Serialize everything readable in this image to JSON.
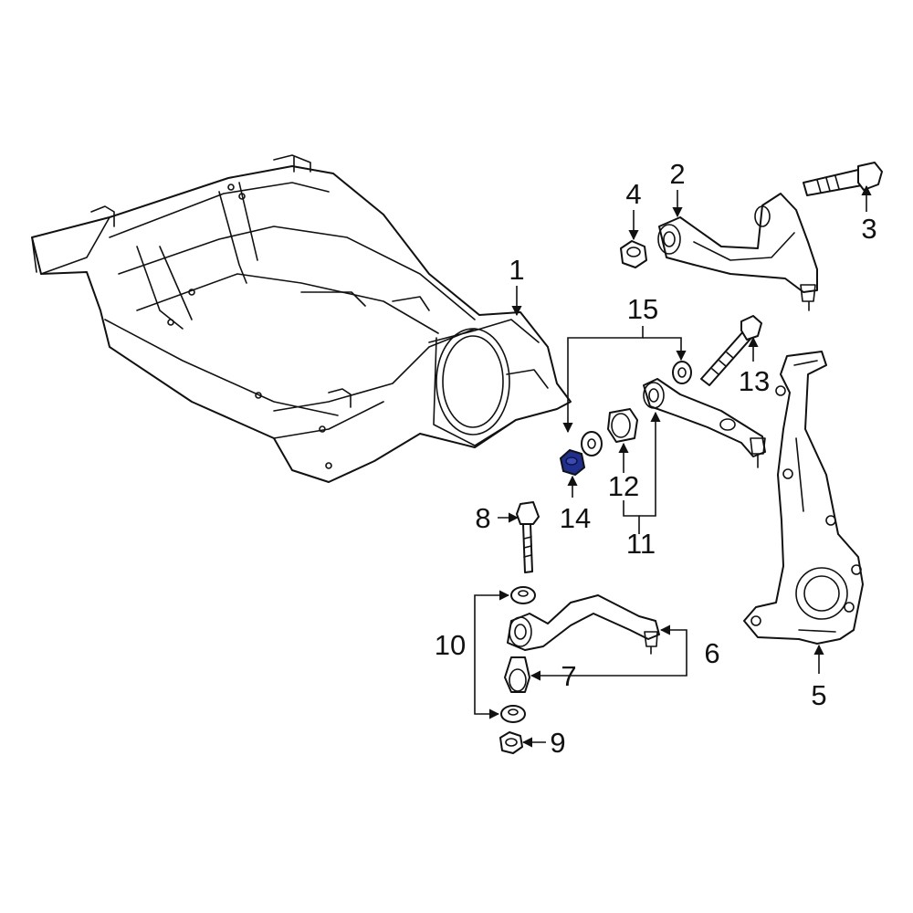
{
  "colors": {
    "background": "#ffffff",
    "line": "#111111",
    "highlight_part": "#1f2f8f"
  },
  "callouts": {
    "c1": "1",
    "c2": "2",
    "c3": "3",
    "c4": "4",
    "c5": "5",
    "c6": "6",
    "c7": "7",
    "c8": "8",
    "c9": "9",
    "c10": "10",
    "c11": "11",
    "c12": "12",
    "c13": "13",
    "c14": "14",
    "c15": "15"
  },
  "highlighted_part": "14"
}
